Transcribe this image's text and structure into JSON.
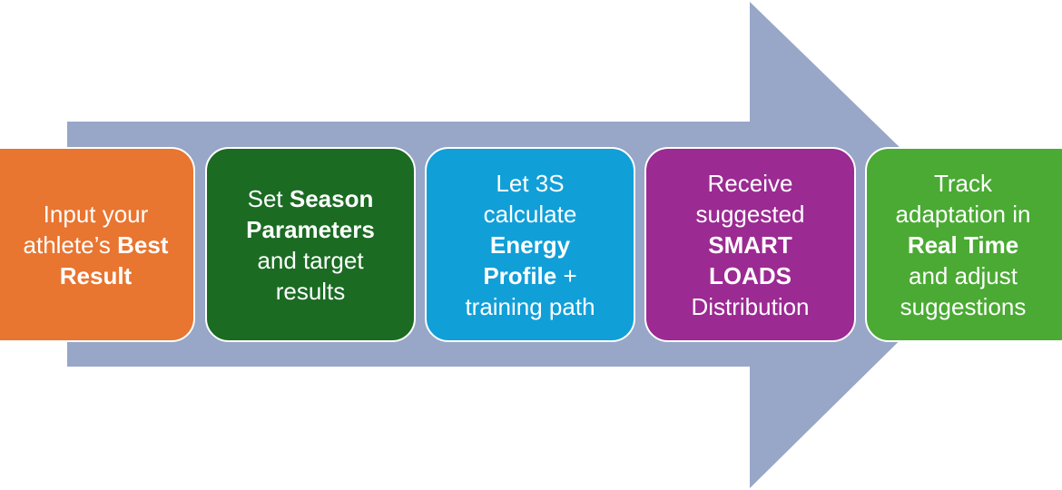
{
  "colors": {
    "arrow": "#98a6c7",
    "step_1": "#e87530",
    "step_2": "#1b6b23",
    "step_3": "#119fd8",
    "step_4": "#9b2a92",
    "step_5": "#4aaa33"
  },
  "steps": [
    {
      "lines": [
        [
          {
            "t": "Input your",
            "b": false
          }
        ],
        [
          {
            "t": "athlete’s ",
            "b": false
          },
          {
            "t": "Best",
            "b": true
          }
        ],
        [
          {
            "t": "Result",
            "b": true
          }
        ]
      ]
    },
    {
      "lines": [
        [
          {
            "t": "Set ",
            "b": false
          },
          {
            "t": "Season",
            "b": true
          }
        ],
        [
          {
            "t": "Parameters",
            "b": true
          }
        ],
        [
          {
            "t": "and target",
            "b": false
          }
        ],
        [
          {
            "t": "results",
            "b": false
          }
        ]
      ]
    },
    {
      "lines": [
        [
          {
            "t": "Let 3S",
            "b": false
          }
        ],
        [
          {
            "t": "calculate",
            "b": false
          }
        ],
        [
          {
            "t": "Energy",
            "b": true
          }
        ],
        [
          {
            "t": "Profile",
            "b": true
          },
          {
            "t": " +",
            "b": false
          }
        ],
        [
          {
            "t": "training path",
            "b": false
          }
        ]
      ]
    },
    {
      "lines": [
        [
          {
            "t": "Receive",
            "b": false
          }
        ],
        [
          {
            "t": "suggested",
            "b": false
          }
        ],
        [
          {
            "t": "SMART",
            "b": true
          }
        ],
        [
          {
            "t": "LOADS",
            "b": true
          }
        ],
        [
          {
            "t": "Distribution",
            "b": false
          }
        ]
      ]
    },
    {
      "lines": [
        [
          {
            "t": "Track",
            "b": false
          }
        ],
        [
          {
            "t": "adaptation in",
            "b": false
          }
        ],
        [
          {
            "t": "Real Time",
            "b": true
          }
        ],
        [
          {
            "t": "and adjust",
            "b": false
          }
        ],
        [
          {
            "t": "suggestions",
            "b": false
          }
        ]
      ]
    }
  ]
}
